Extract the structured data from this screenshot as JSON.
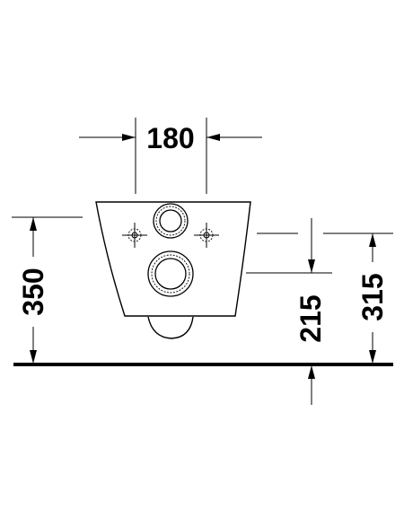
{
  "dimensions": {
    "top_width": "180",
    "total_height": "350",
    "outlet_height": "215",
    "bolt_height": "315"
  },
  "colors": {
    "line": "#000000",
    "background": "#ffffff"
  }
}
